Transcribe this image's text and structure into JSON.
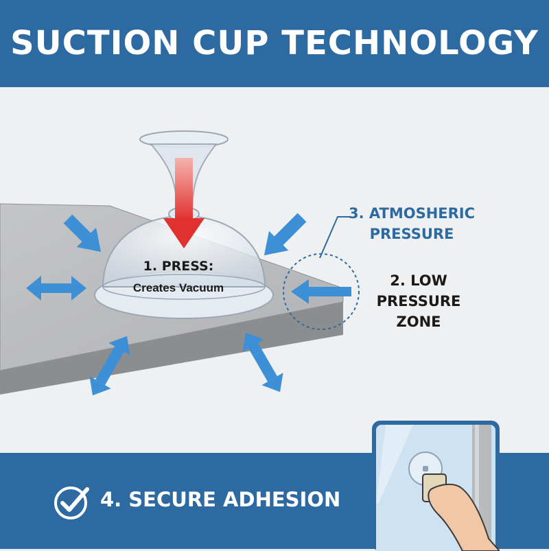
{
  "header": {
    "title": "SUCTION CUP TECHNOLOGY"
  },
  "labels": {
    "press_title": "1. PRESS:",
    "press_sub": "Creates Vacuum",
    "atmospheric": "3. ATMOSHERIC PRESSURE",
    "low_pressure": "2. LOW PRESSURE ZONE"
  },
  "footer": {
    "label": "4. SECURE ADHESION",
    "icon": "checkmark-circle-icon"
  },
  "colors": {
    "brand_blue": "#2d6aa1",
    "arrow_blue": "#3d8fd6",
    "press_arrow_red": "#e0302f"
  }
}
